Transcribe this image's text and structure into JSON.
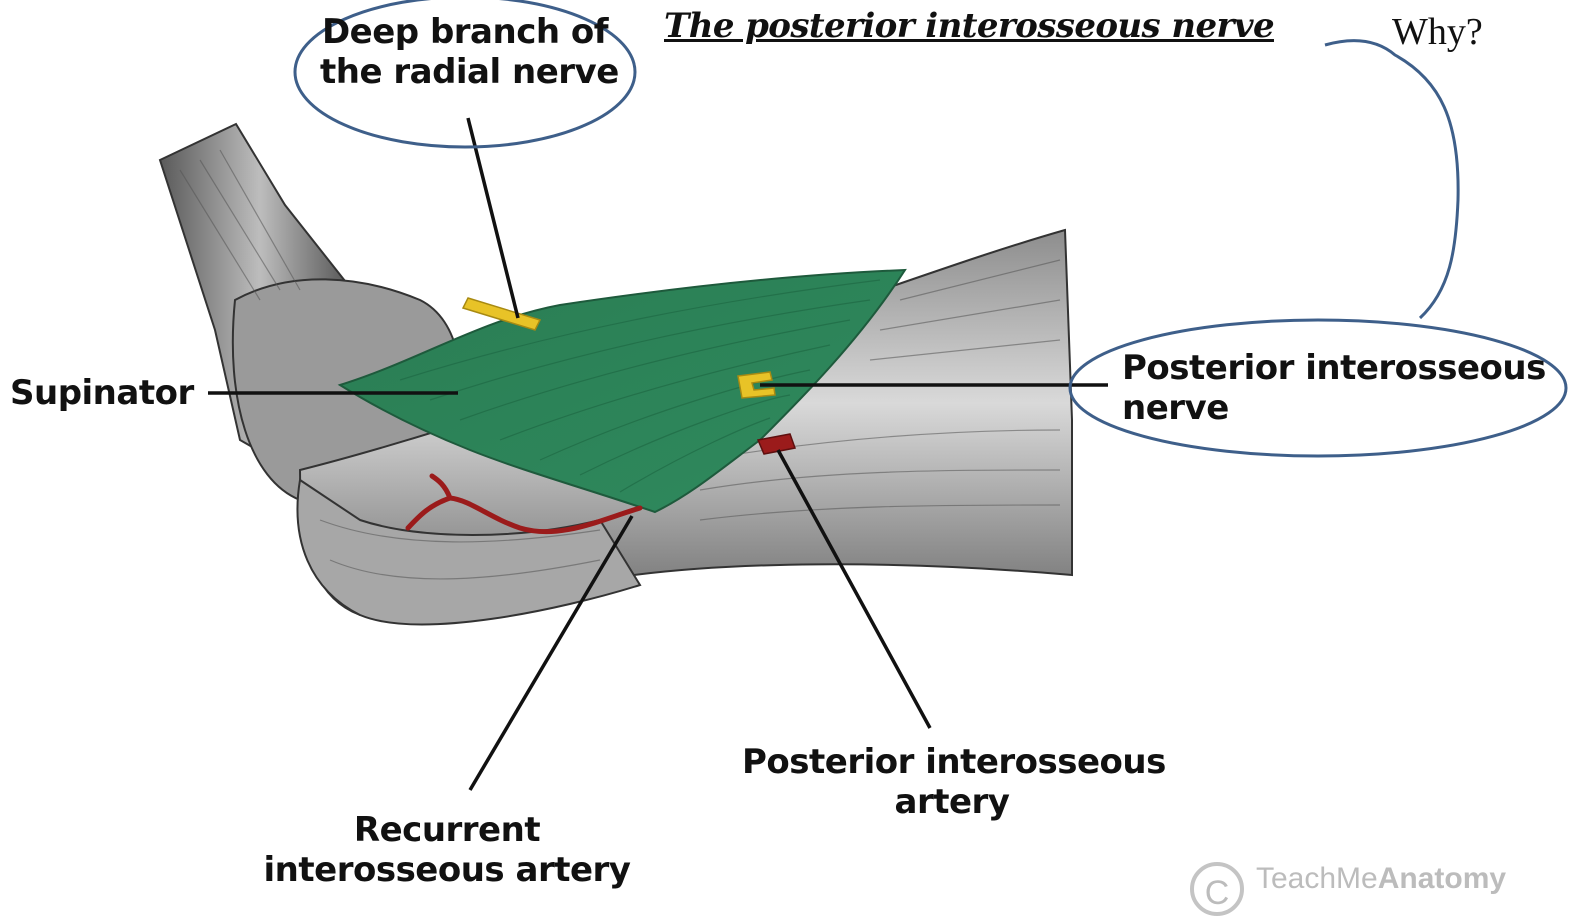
{
  "title": "The posterior interosseous nerve",
  "question": "Why?",
  "labels": {
    "deep_branch": [
      "Deep branch of",
      "the radial nerve"
    ],
    "supinator": "Supinator",
    "posterior_interosseous_nerve": [
      "Posterior interosseous",
      "nerve"
    ],
    "posterior_interosseous_artery": [
      "Posterior interosseous",
      "artery"
    ],
    "recurrent_interosseous_artery": [
      "Recurrent",
      "interosseous artery"
    ]
  },
  "watermark": {
    "symbol": "C",
    "text_light": "TeachMe",
    "text_bold": "Anatomy"
  },
  "colors": {
    "muscle": "#2f8a5e",
    "nerve": "#e8c327",
    "artery": "#9b1b1b",
    "bone": "#b9b9b9",
    "annotation_ellipse": "#3e5f8a",
    "leader_line": "#111111"
  }
}
